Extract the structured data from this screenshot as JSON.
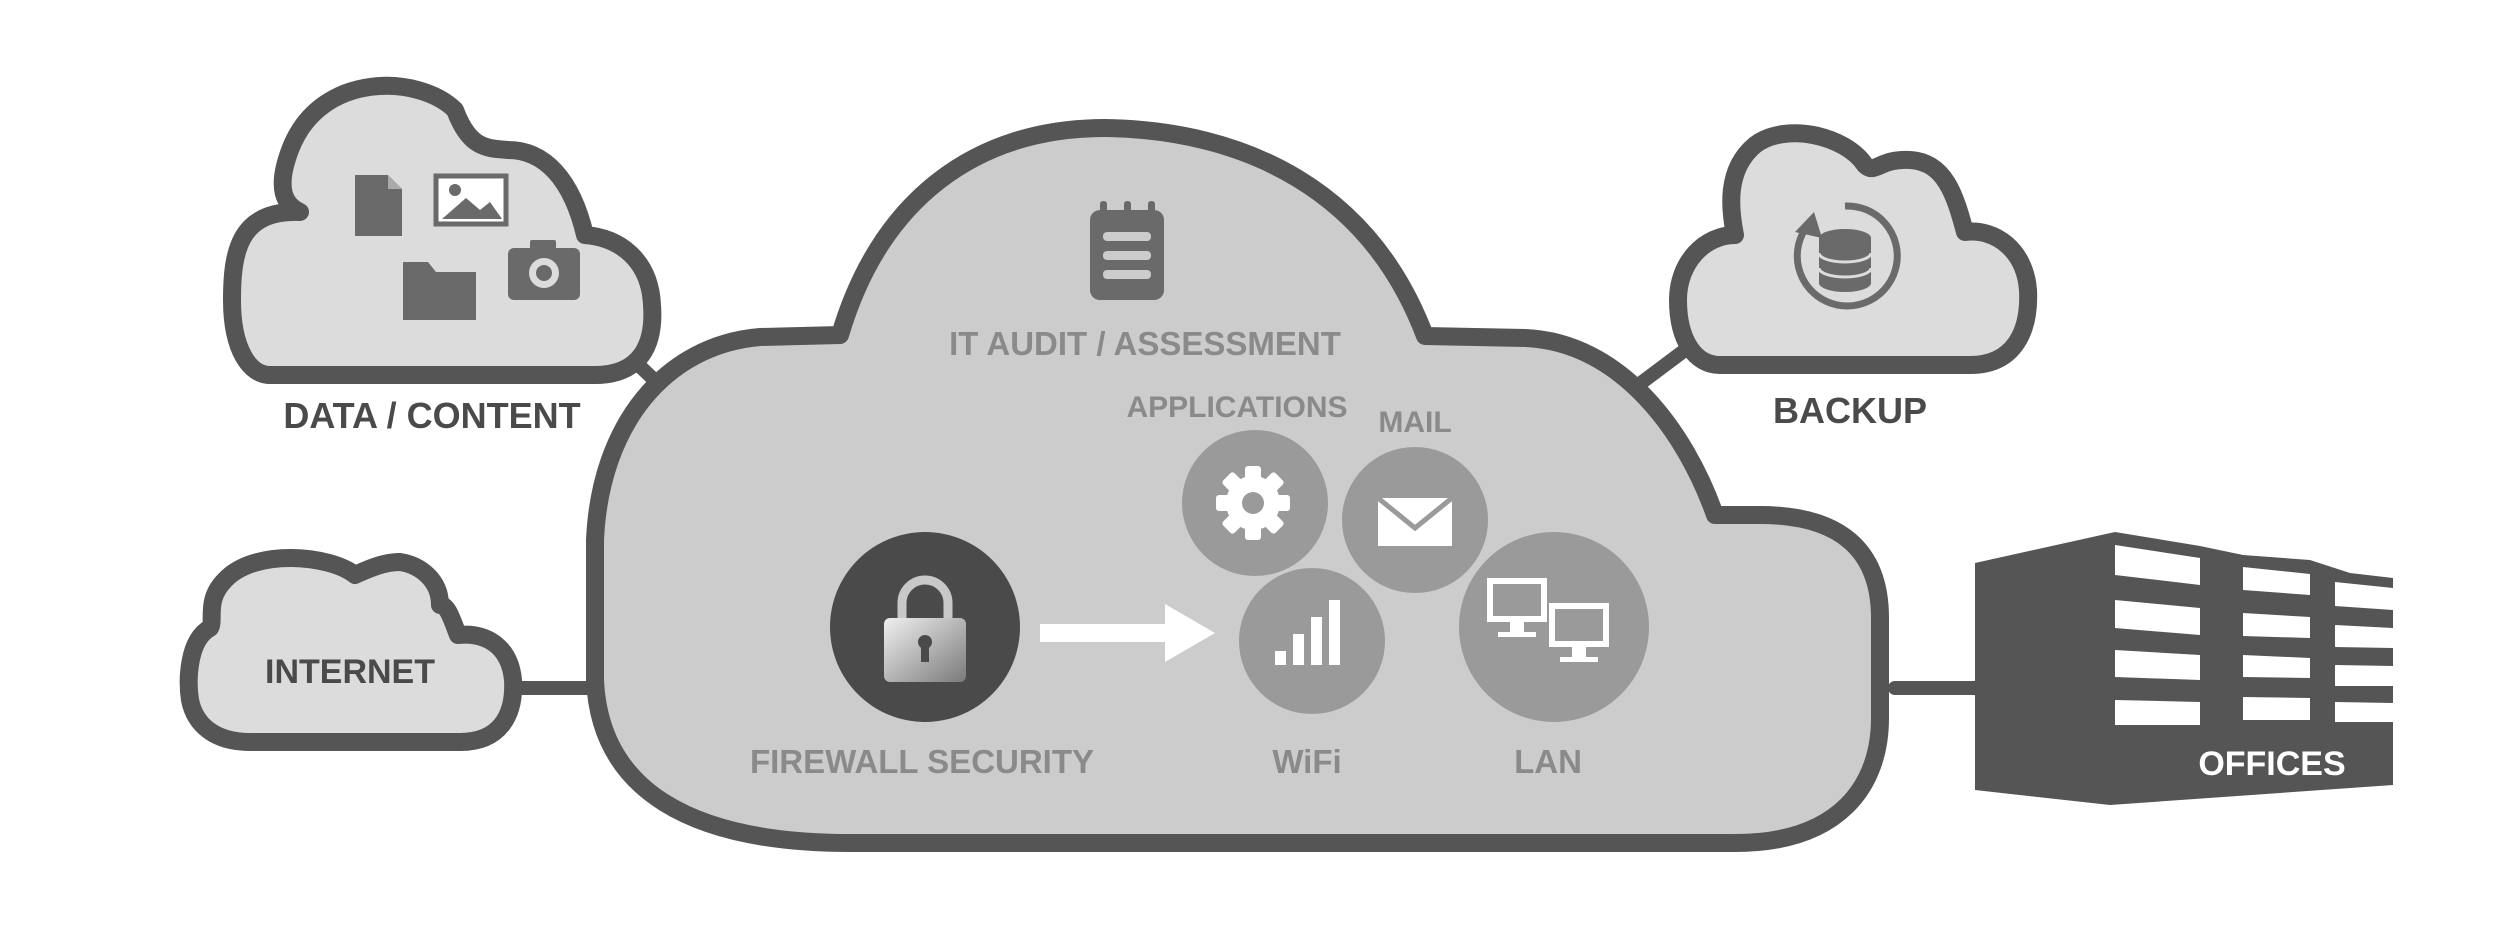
{
  "diagram": {
    "main_cloud": {
      "audit_label": "IT AUDIT / ASSESSMENT",
      "applications_label": "APPLICATIONS",
      "mail_label": "MAIL",
      "firewall_label": "FIREWALL SECURITY",
      "wifi_label": "WiFi",
      "lan_label": "LAN"
    },
    "data_cloud_label": "DATA / CONTENT",
    "backup_cloud_label": "BACKUP",
    "internet_cloud_label": "INTERNET",
    "offices_label": "OFFICES",
    "icons": [
      "document-icon",
      "image-icon",
      "folder-icon",
      "camera-icon",
      "notepad-icon",
      "gear-icon",
      "mail-icon",
      "lock-icon",
      "arrow-icon",
      "wifi-signal-icon",
      "monitors-icon",
      "database-backup-icon",
      "building-icon"
    ],
    "colors": {
      "outline": "#555555",
      "cloud_fill": "#cccccc",
      "small_cloud_fill": "#dcdcdc",
      "label_dark": "#4a4a4a",
      "label_light": "#8a8a8a",
      "circle_mid": "#9a9a9a",
      "firewall_circle": "#4a4a4a",
      "building": "#555555"
    }
  }
}
